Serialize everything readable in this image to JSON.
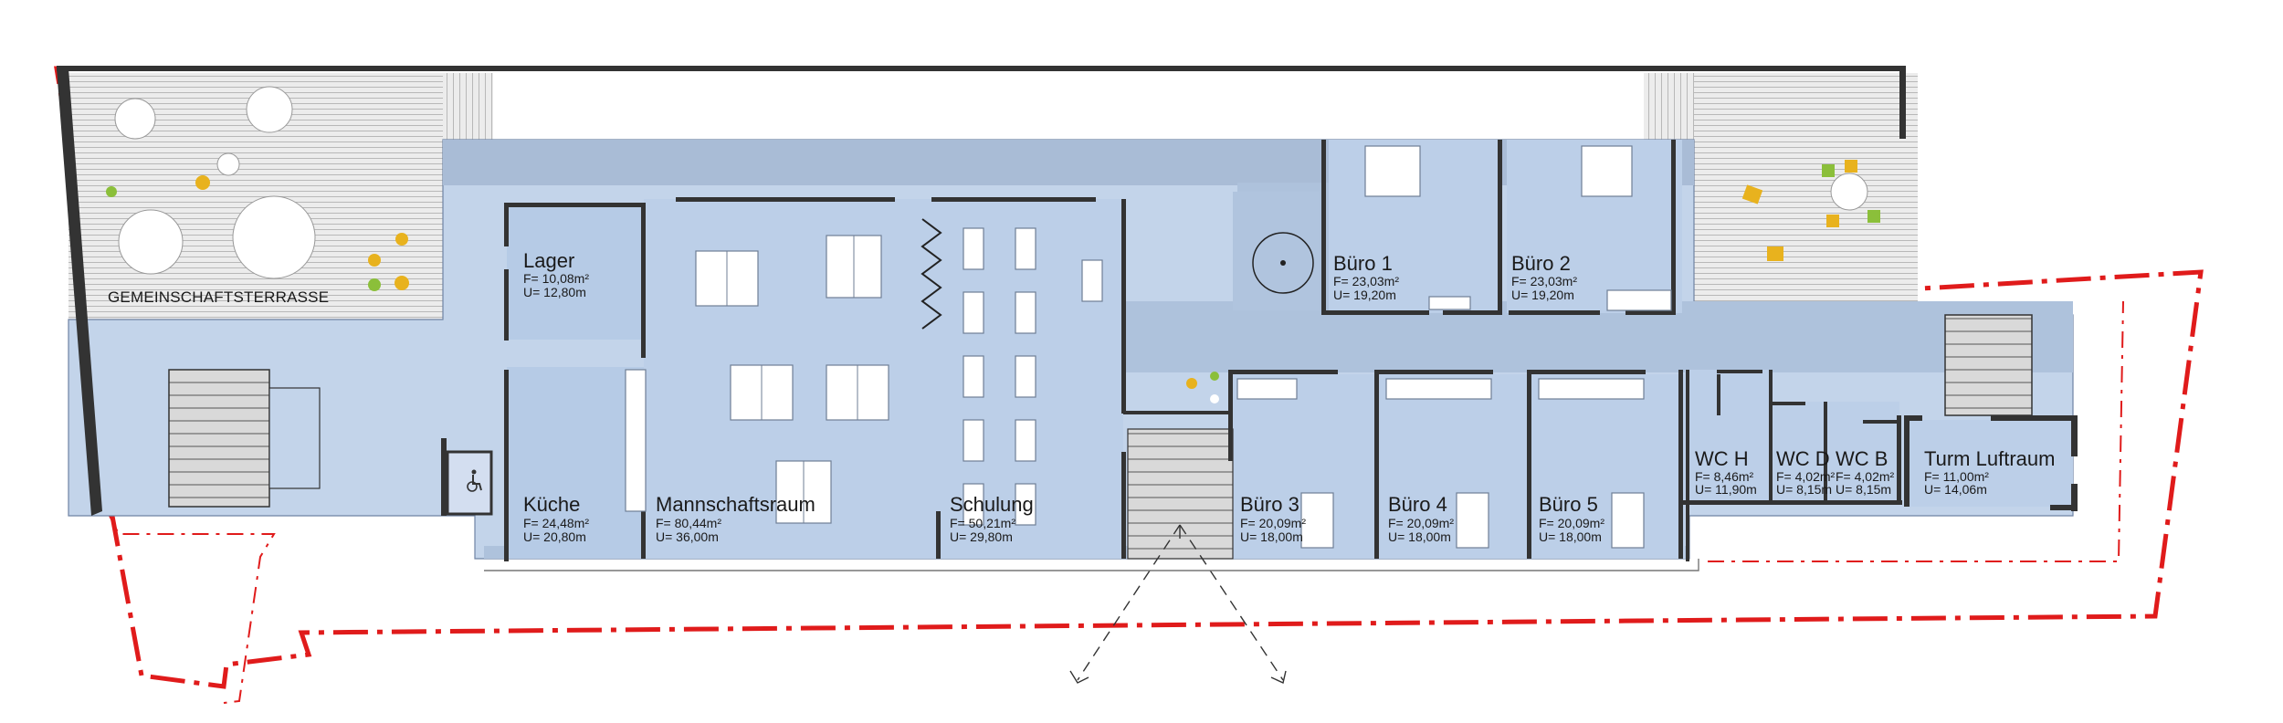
{
  "plan": {
    "terrace_label": "GEMEINSCHAFTSTERRASSE",
    "rooms": {
      "lager": {
        "name": "Lager",
        "area": "F= 10,08m²",
        "perimeter": "U= 12,80m"
      },
      "kueche": {
        "name": "Küche",
        "area": "F= 24,48m²",
        "perimeter": "U= 20,80m"
      },
      "mann": {
        "name": "Mannschaftsraum",
        "area": "F= 80,44m²",
        "perimeter": "U= 36,00m"
      },
      "schul": {
        "name": "Schulung",
        "area": "F= 50,21m²",
        "perimeter": "U= 29,80m"
      },
      "buero1": {
        "name": "Büro 1",
        "area": "F= 23,03m²",
        "perimeter": "U= 19,20m"
      },
      "buero2": {
        "name": "Büro 2",
        "area": "F= 23,03m²",
        "perimeter": "U= 19,20m"
      },
      "buero3": {
        "name": "Büro 3",
        "area": "F= 20,09m²",
        "perimeter": "U= 18,00m"
      },
      "buero4": {
        "name": "Büro 4",
        "area": "F= 20,09m²",
        "perimeter": "U= 18,00m"
      },
      "buero5": {
        "name": "Büro 5",
        "area": "F= 20,09m²",
        "perimeter": "U= 18,00m"
      },
      "wch": {
        "name": "WC H",
        "area": "F= 8,46m²",
        "perimeter": "U= 11,90m"
      },
      "wcd": {
        "name": "WC D",
        "area": "F= 4,02m²",
        "perimeter": "U= 8,15m"
      },
      "wcb": {
        "name": "WC B",
        "area": "F= 4,02m²",
        "perimeter": "U= 8,15m"
      },
      "turm": {
        "name": "Turm Luftraum",
        "area": "F= 11,00m²",
        "perimeter": "U= 14,06m"
      }
    },
    "icons": [
      "wheelchair-icon"
    ],
    "colors": {
      "floor": "#c3d4ea",
      "room": "#b9cde6",
      "corridor_top": "#a9bcd6",
      "boundary": "#e01b1b",
      "terrace": "#e6e6e6"
    }
  }
}
